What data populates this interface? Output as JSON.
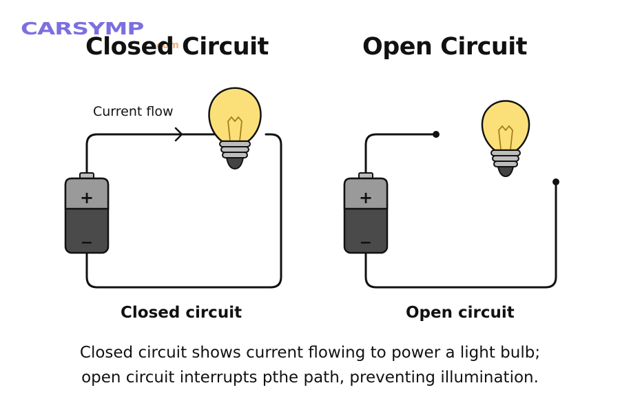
{
  "watermark": {
    "brand": "CARSYMP",
    "suffix": ".com"
  },
  "left_panel": {
    "title": "Closed Circuit",
    "current_label": "Current flow",
    "label": "Closed circuit",
    "battery": {
      "plus": "+",
      "minus": "−"
    }
  },
  "right_panel": {
    "title": "Open Circuit",
    "label": "Open circuit",
    "battery": {
      "plus": "+",
      "minus": "−"
    }
  },
  "caption": {
    "line1": "Closed circuit shows current flowing to power a light bulb;",
    "line2": "open circuit interrupts pthe path, preventing illumination."
  },
  "colors": {
    "wire": "#111111",
    "battery_body": "#4a4a4a",
    "battery_top": "#9a9a9a",
    "bulb_glass": "#fbe07a",
    "bulb_base": "#bdbdbd",
    "logo": "#7c6fe0"
  }
}
